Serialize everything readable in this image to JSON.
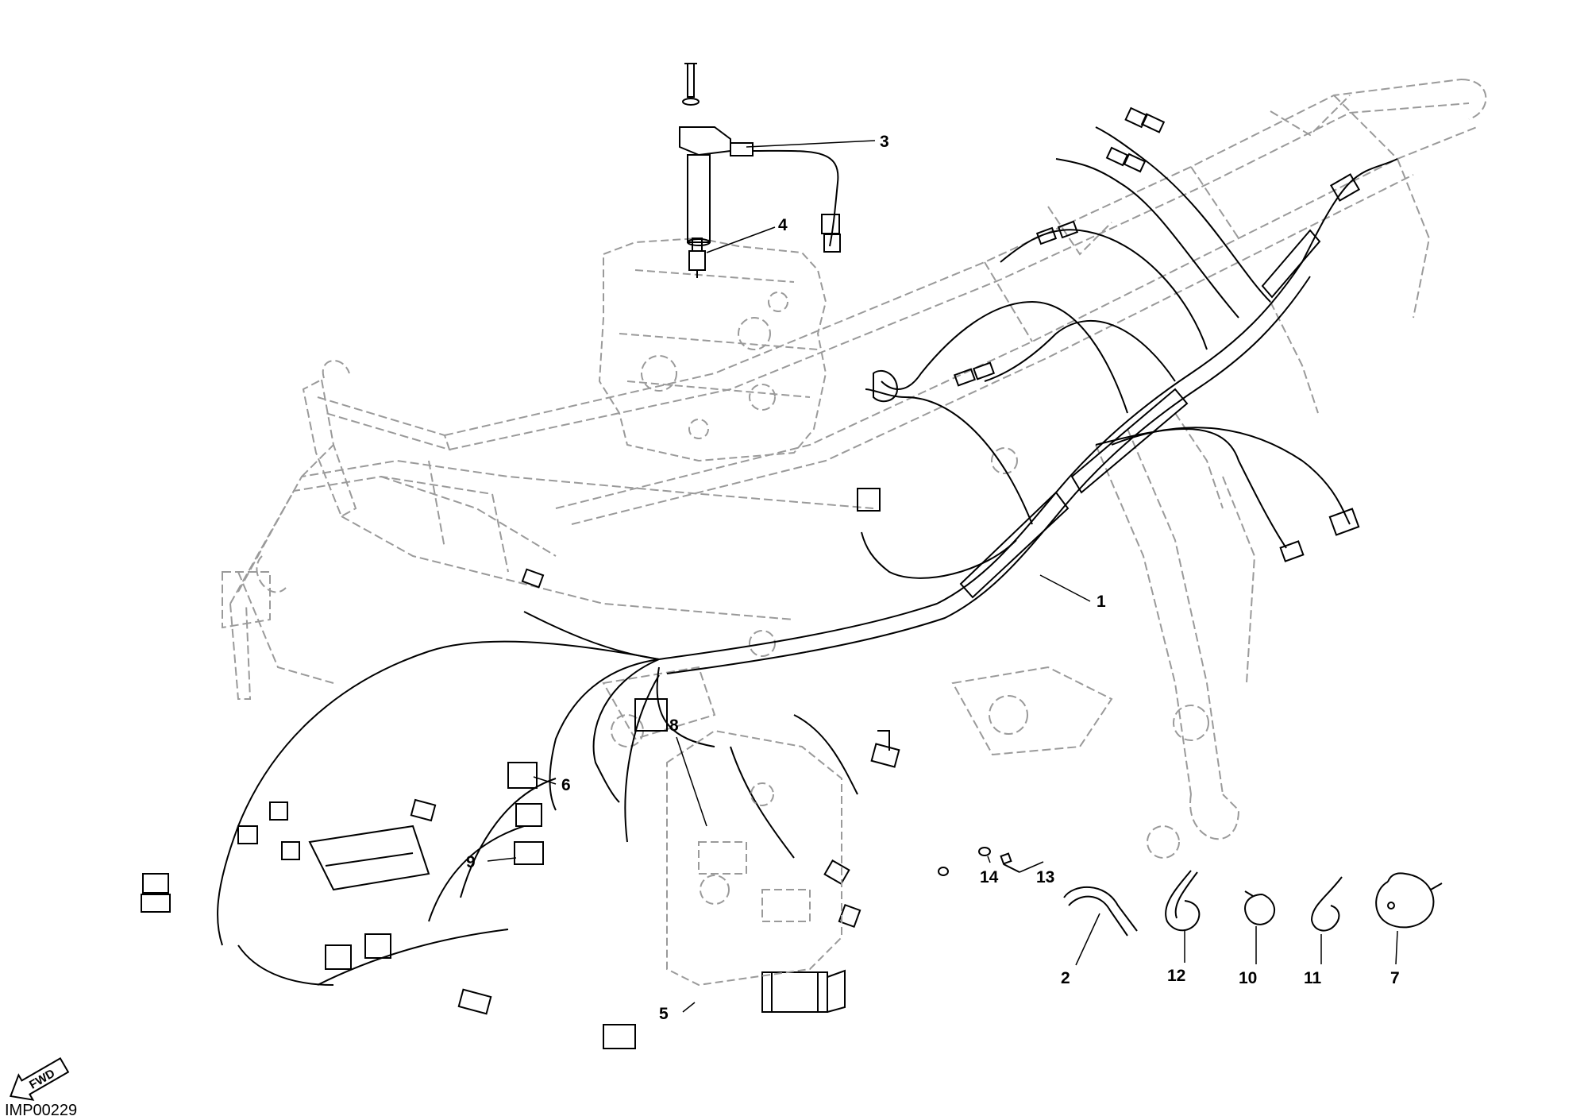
{
  "drawing": {
    "reference_code": "IMP00229",
    "direction_label": "FWD",
    "colors": {
      "line": "#000000",
      "frame": "#9a9a9a",
      "background": "#ffffff"
    }
  },
  "callouts": [
    {
      "id": "1",
      "label": "1",
      "part": "main-wiring-harness"
    },
    {
      "id": "2",
      "label": "2",
      "part": "cable-tie"
    },
    {
      "id": "3",
      "label": "3",
      "part": "ignition-coil"
    },
    {
      "id": "4",
      "label": "4",
      "part": "spark-plug"
    },
    {
      "id": "5",
      "label": "5",
      "part": "fuse"
    },
    {
      "id": "6",
      "label": "6",
      "part": "relay"
    },
    {
      "id": "7",
      "label": "7",
      "part": "clip"
    },
    {
      "id": "8",
      "label": "8",
      "part": "fuse"
    },
    {
      "id": "9",
      "label": "9",
      "part": "relay"
    },
    {
      "id": "10",
      "label": "10",
      "part": "clamp"
    },
    {
      "id": "11",
      "label": "11",
      "part": "clamp"
    },
    {
      "id": "12",
      "label": "12",
      "part": "clamp"
    },
    {
      "id": "13",
      "label": "13",
      "part": "screw"
    },
    {
      "id": "14",
      "label": "14",
      "part": "washer"
    }
  ]
}
